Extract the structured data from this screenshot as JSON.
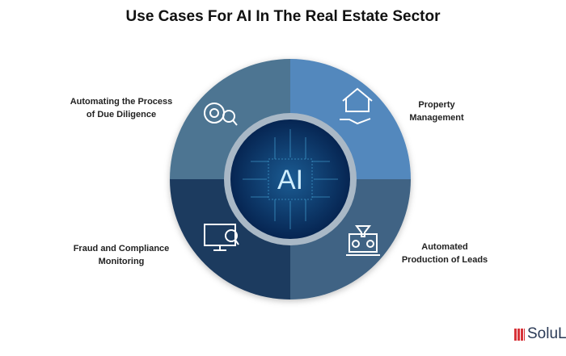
{
  "title": "Use Cases For AI In The Real Estate Sector",
  "center_label": "AI",
  "segments": [
    {
      "label_line1": "Automating the Process",
      "label_line2": "of Due Diligence",
      "icon": "gear-search-icon",
      "color": "#4e7592"
    },
    {
      "label_line1": "Property",
      "label_line2": "Management",
      "icon": "house-hand-icon",
      "color": "#5288bd"
    },
    {
      "label_line1": "Fraud and Compliance",
      "label_line2": "Monitoring",
      "icon": "monitor-puzzle-warning-icon",
      "color": "#1c3a5e"
    },
    {
      "label_line1": "Automated",
      "label_line2": "Production of Leads",
      "icon": "funnel-laptop-icon",
      "color": "#3f6384"
    }
  ],
  "logo": {
    "text": "SoluL"
  }
}
